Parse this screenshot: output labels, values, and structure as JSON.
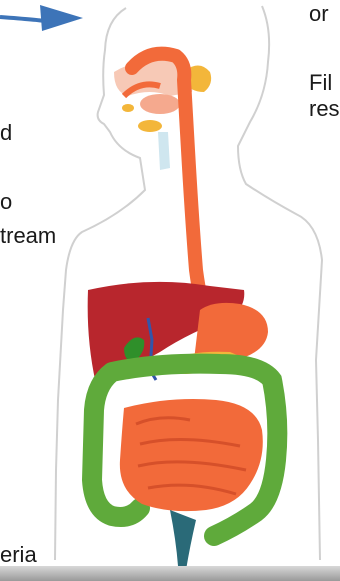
{
  "captions": {
    "top_right_1": "or",
    "right_2": "Fil",
    "right_3": "res",
    "left_1": "d",
    "left_2": "o",
    "left_3": "tream",
    "bottom_left": "eria"
  },
  "icons": {
    "pointer_arrow": "arrow-right-icon"
  },
  "colors": {
    "arrow": "#3d74b8",
    "esophagus": "#f26a3a",
    "liver": "#b8262d",
    "small_intestine": "#f26a3a",
    "large_intestine": "#5faa3b",
    "gallbladder": "#2f8f2a",
    "bile_duct": "#3355aa",
    "rectum": "#2a6a78"
  }
}
